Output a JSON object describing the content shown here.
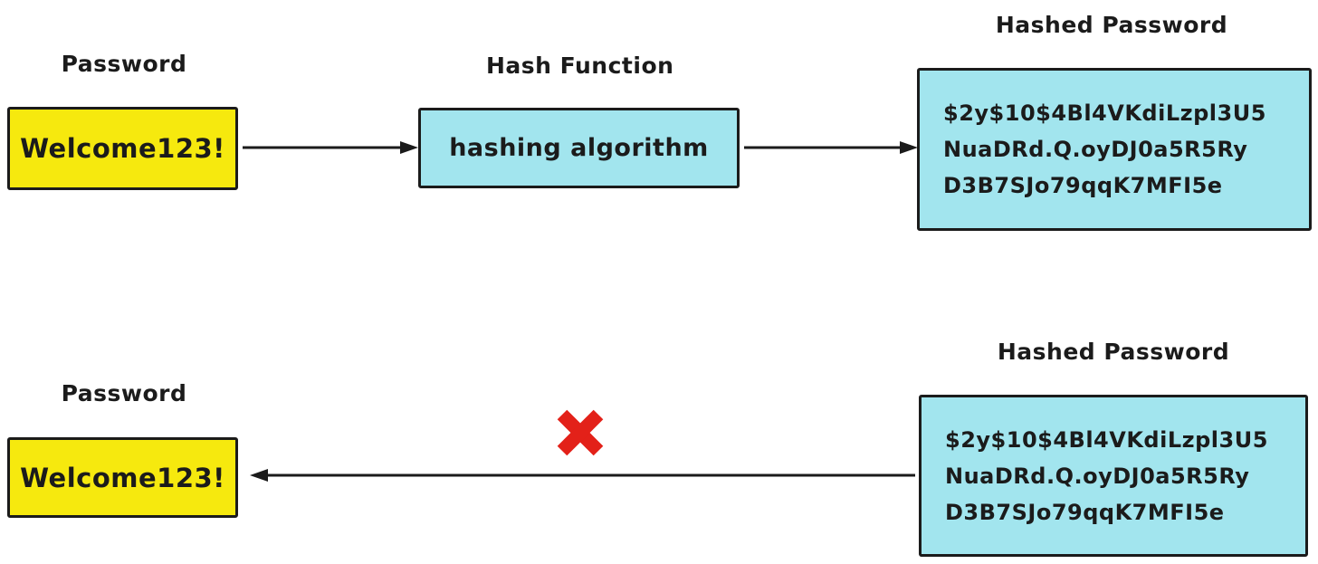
{
  "colors": {
    "password_box": "#F6E90E",
    "hash_box": "#A2E5EE",
    "border": "#1B1B1B",
    "cross": "#E32119",
    "background": "#FFFFFF"
  },
  "top_flow": {
    "password_label": "Password",
    "password_value": "Welcome123!",
    "hash_function_label": "Hash Function",
    "hash_function_value": "hashing algorithm",
    "hashed_password_label": "Hashed Password",
    "hashed_password_lines": [
      "$2y$10$4Bl4VKdiLzpl3U5",
      "NuaDRd.Q.oyDJ0a5R5Ry",
      "D3B7SJo79qqK7MFI5e"
    ]
  },
  "bottom_flow": {
    "password_label": "Password",
    "password_value": "Welcome123!",
    "hashed_password_label": "Hashed Password",
    "hashed_password_lines": [
      "$2y$10$4Bl4VKdiLzpl3U5",
      "NuaDRd.Q.oyDJ0a5R5Ry",
      "D3B7SJo79qqK7MFI5e"
    ],
    "cross_icon_meaning": "not reversible"
  }
}
